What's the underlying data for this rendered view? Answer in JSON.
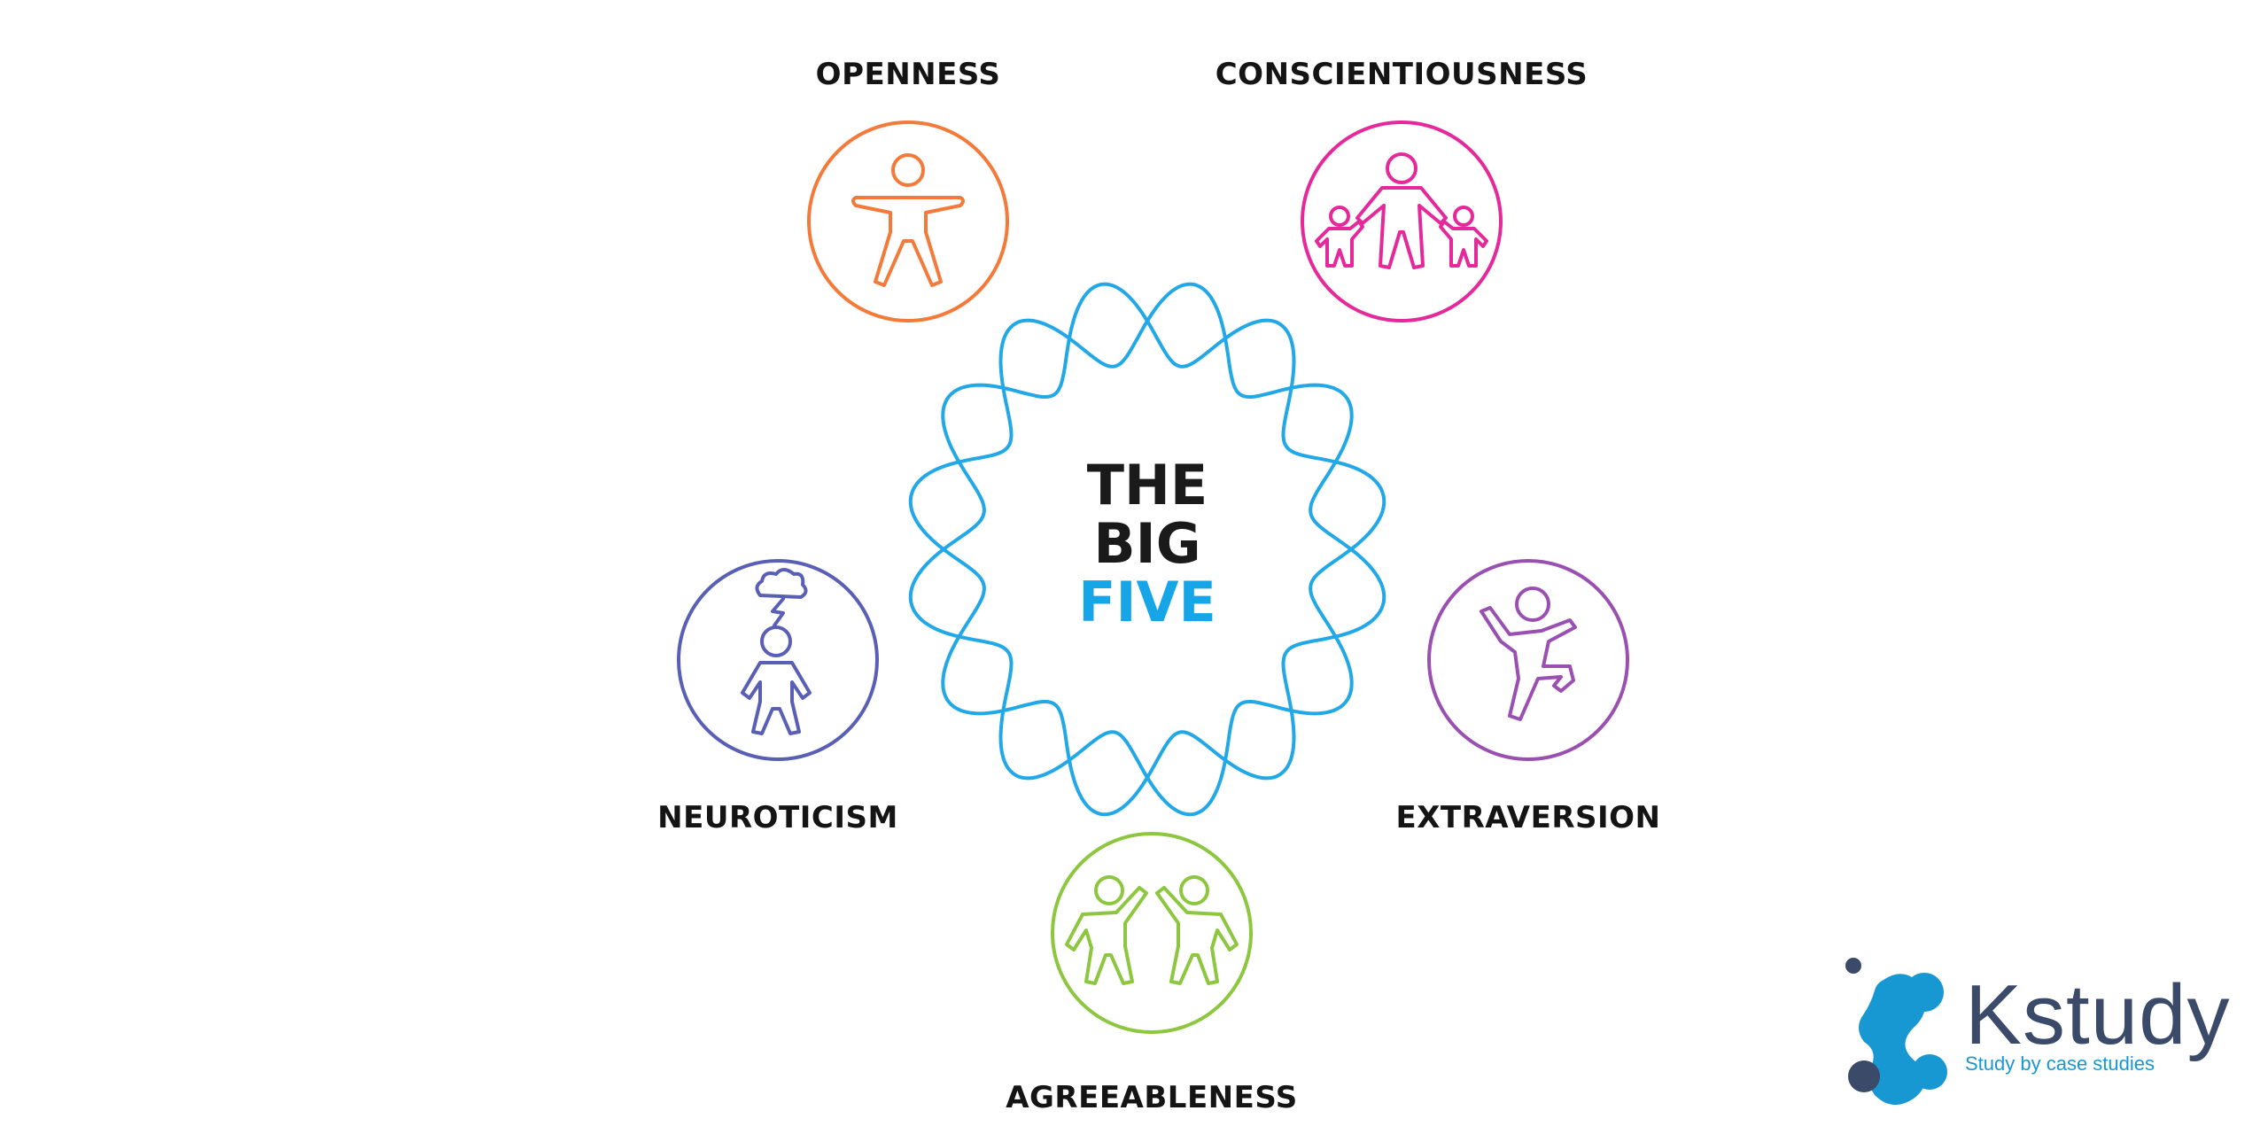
{
  "center": {
    "line1": "THE",
    "line2": "BIG",
    "line3": "FIVE"
  },
  "traits": {
    "openness": "OPENNESS",
    "conscientiousness": "CONSCIENTIOUSNESS",
    "extraversion": "EXTRAVERSION",
    "agreeableness": "AGREEABLENESS",
    "neuroticism": "NEUROTICISM"
  },
  "logo": {
    "wordmark": "Kstudy",
    "tagline": "Study by case studies"
  },
  "colors": {
    "openness": "#f47a3a",
    "conscientiousness": "#e5299a",
    "extraversion": "#9a50b0",
    "agreeableness": "#8dc63f",
    "neuroticism": "#5a5fb6",
    "wave": "#22a8e6",
    "center_dark": "#1a1a1a",
    "center_accent": "#16a5e6",
    "logo_dark": "#3a4a68",
    "logo_blue": "#1798d2"
  },
  "icons": {
    "openness": "person-arms-out-icon",
    "conscientiousness": "parent-with-children-icon",
    "extraversion": "jumping-person-icon",
    "agreeableness": "two-people-high-five-icon",
    "neuroticism": "person-with-storm-cloud-icon",
    "logo": "molecule-k-icon"
  }
}
